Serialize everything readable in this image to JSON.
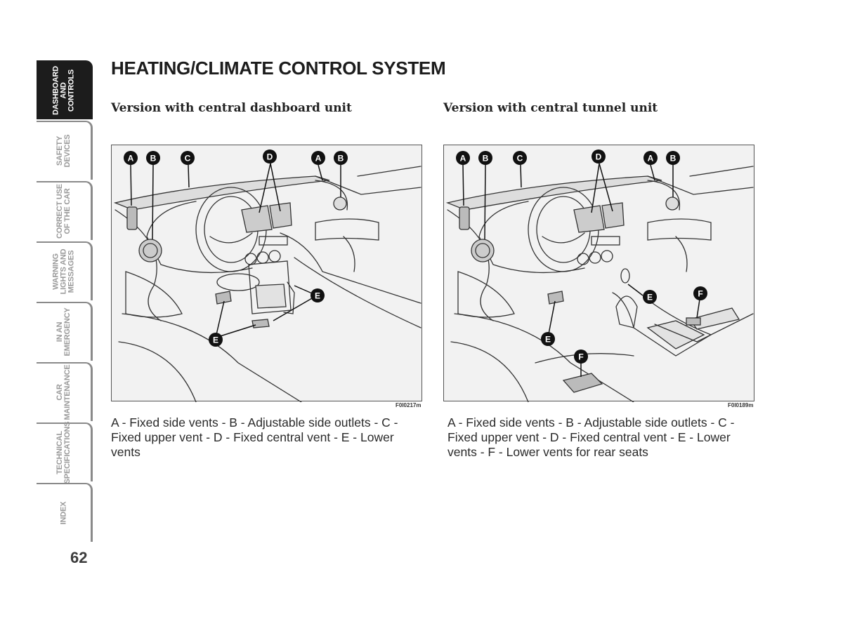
{
  "page": {
    "title": "HEATING/CLIMATE CONTROL SYSTEM",
    "page_number": "62"
  },
  "sidebar": {
    "tabs": [
      {
        "label": "DASHBOARD\nAND\nCONTROLS",
        "active": true
      },
      {
        "label": "SAFETY\nDEVICES",
        "active": false
      },
      {
        "label": "CORRECT USE\nOF THE CAR",
        "active": false
      },
      {
        "label": "WARNING\nLIGHTS AND\nMESSAGES",
        "active": false
      },
      {
        "label": "IN AN\nEMERGENCY",
        "active": false
      },
      {
        "label": "CAR\nMAINTENANCE",
        "active": false
      },
      {
        "label": "TECHNICAL\nSPECIFICATIONS",
        "active": false
      },
      {
        "label": "INDEX",
        "active": false
      }
    ]
  },
  "figures": [
    {
      "subtitle": "Version with central dashboard unit",
      "code": "F0I0217m",
      "caption": "A - Fixed side vents - B - Adjustable side outlets - C - Fixed upper vent - D - Fixed central vent - E - Lower vents",
      "callouts": {
        "a": "A",
        "b": "B",
        "c": "C",
        "d": "D",
        "e": "E"
      }
    },
    {
      "subtitle": "Version with central tunnel unit",
      "code": "F0I0189m",
      "caption": "A - Fixed side vents - B - Adjustable side outlets - C - Fixed upper vent - D - Fixed central vent - E - Lower vents - F - Lower vents for rear seats",
      "callouts": {
        "a": "A",
        "b": "B",
        "c": "C",
        "d": "D",
        "e": "E",
        "f": "F"
      }
    }
  ],
  "colors": {
    "active_tab": "#1c1c1c",
    "tab_border": "#8a8a8a",
    "figure_bg": "#f2f2f2"
  }
}
